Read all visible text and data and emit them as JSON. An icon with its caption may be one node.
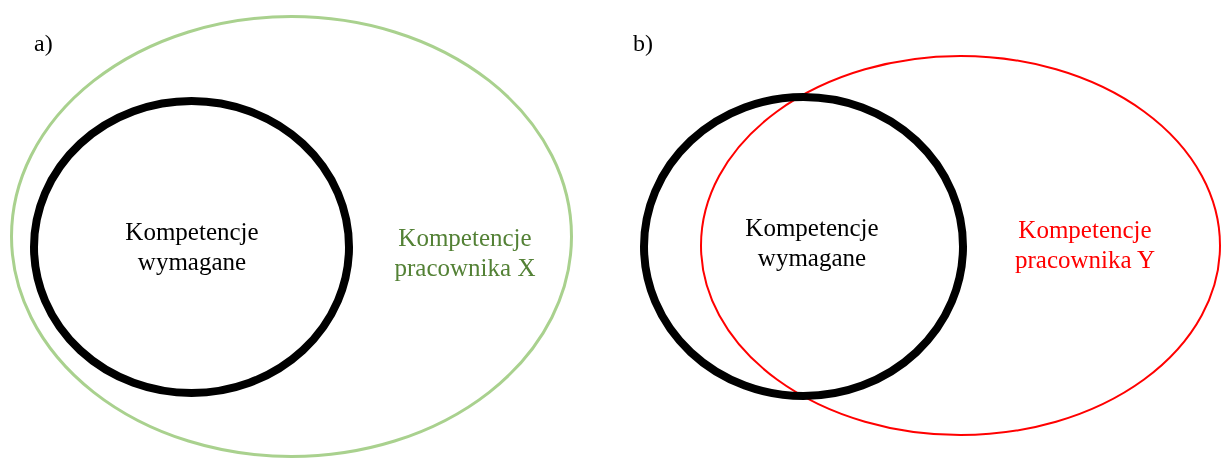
{
  "diagram": {
    "nodes": [
      {
        "text": [
          "Kompetencje pracownika X"
        ]
      },
      {
        "text": [
          "Kompetencje wymagane"
        ],
        "in": 0
      },
      {
        "text": [
          "Kompetencje wymagane"
        ]
      },
      {
        "text": [
          "Kompetencje pracownika Y"
        ]
      }
    ],
    "labels": [
      "a)",
      "b)"
    ]
  }
}
